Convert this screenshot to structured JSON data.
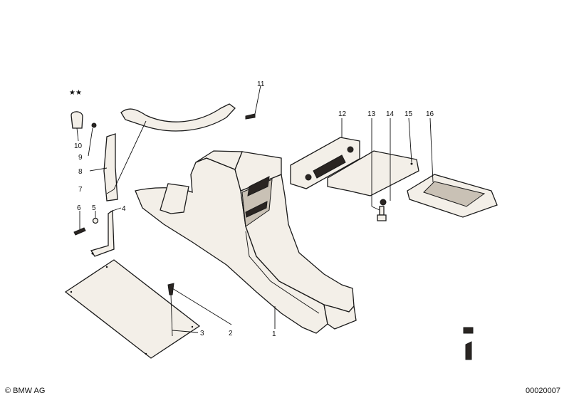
{
  "diagram": {
    "stars": "★★",
    "callouts": [
      {
        "id": "1",
        "text": "1"
      },
      {
        "id": "2",
        "text": "2"
      },
      {
        "id": "3",
        "text": "3"
      },
      {
        "id": "4",
        "text": "4"
      },
      {
        "id": "5",
        "text": "5"
      },
      {
        "id": "6",
        "text": "6"
      },
      {
        "id": "7",
        "text": "7"
      },
      {
        "id": "8",
        "text": "8"
      },
      {
        "id": "9",
        "text": "9"
      },
      {
        "id": "10",
        "text": "10"
      },
      {
        "id": "11",
        "text": "11"
      },
      {
        "id": "12",
        "text": "12"
      },
      {
        "id": "13",
        "text": "13"
      },
      {
        "id": "14",
        "text": "14"
      },
      {
        "id": "15",
        "text": "15"
      },
      {
        "id": "16",
        "text": "16"
      }
    ]
  },
  "footer": {
    "copyright": "© BMW AG",
    "diagram_number": "00020007"
  }
}
